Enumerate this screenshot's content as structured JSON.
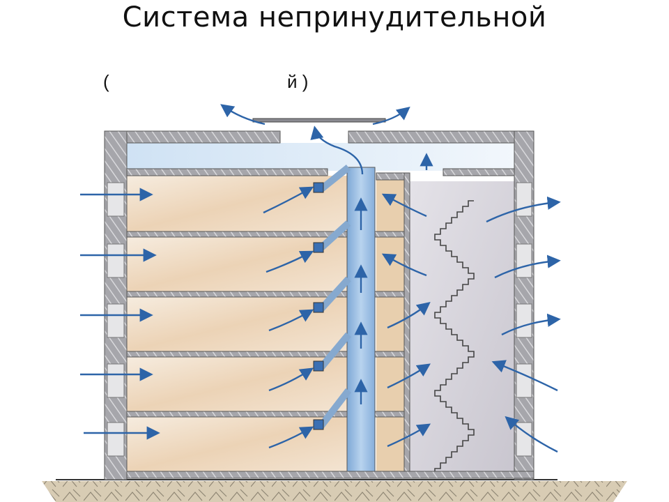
{
  "slide": {
    "title": "Система  непринудительной",
    "subtitle_fragments": [
      "(",
      "й )"
    ]
  },
  "diagram": {
    "type": "building-cross-section",
    "subject": "natural ventilation system",
    "floors": 5,
    "elements": [
      "exterior walls with windows",
      "floor slabs",
      "vertical exhaust shaft",
      "room exhaust vents",
      "staircase",
      "roof with exhaust cap",
      "ground"
    ],
    "colors": {
      "wall": "#a9a9ad",
      "wall_dark": "#6e6e74",
      "room_warm": "#efd7bd",
      "room_cool": "#dfe9f5",
      "stair": "#d4d2d8",
      "shaft": "#8fb6df",
      "arrow": "#2d64a8",
      "ground": "#cfc2a8"
    }
  }
}
